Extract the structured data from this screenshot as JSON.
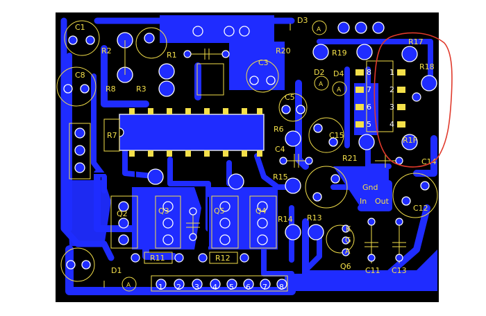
{
  "board": {
    "capacitors": {
      "c1": "C1",
      "c8": "C8",
      "c3": "C3",
      "c5": "C5",
      "c15": "C15",
      "c4": "C4",
      "c14": "C14",
      "c12": "C12",
      "c11": "C11",
      "c13": "C13"
    },
    "resistors": {
      "r1": "R1",
      "r2": "R2",
      "r3": "R3",
      "r6": "R6",
      "r7": "R7",
      "r8": "R8",
      "r11": "R11",
      "r12": "R12",
      "r13": "R13",
      "r14": "R14",
      "r15": "R15",
      "r17": "R17",
      "r18": "R18",
      "r19": "R19",
      "r20": "R20",
      "r21": "R21",
      "r1f": "R1F"
    },
    "transistors": {
      "q2": "Q2",
      "q3": "Q3",
      "q4": "Q4",
      "q5": "Q5",
      "q6": "Q6"
    },
    "diodes": {
      "d1": "D1",
      "d2": "D2",
      "d3": "D3",
      "d4": "D4"
    },
    "pin_marks": {
      "a": "A",
      "k": "K",
      "g": "G"
    },
    "ic_pins": [
      "1",
      "2",
      "3",
      "4",
      "5",
      "6",
      "7",
      "8"
    ],
    "output_labels": {
      "gnd": "Gnd",
      "in": "In",
      "out": "Out"
    },
    "connector_pins": [
      "1",
      "2",
      "3",
      "4",
      "5",
      "6",
      "7",
      "8"
    ],
    "colors": {
      "copper": "#1f2cff",
      "board": "#000000",
      "silkscreen": "#f4e04a",
      "highlight": "#e0392b"
    }
  }
}
